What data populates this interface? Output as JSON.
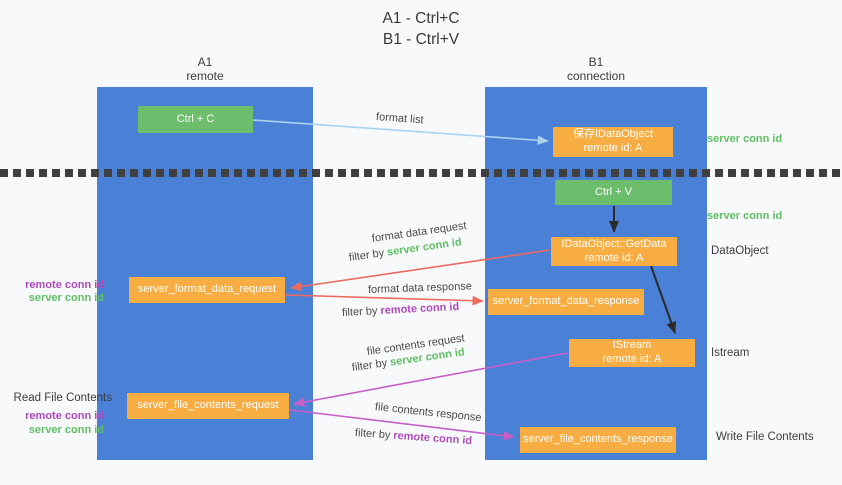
{
  "title": {
    "line1": "A1 - Ctrl+C",
    "line2": "B1 - Ctrl+V"
  },
  "columns": {
    "left": {
      "id": "A1",
      "role": "remote"
    },
    "right": {
      "id": "B1",
      "role": "connection"
    }
  },
  "nodes": {
    "ctrl_c": "Ctrl + C",
    "ctrl_v": "Ctrl + V",
    "save_idataobject": {
      "title": "保存IDataObject",
      "subtitle": "remote id: A"
    },
    "getdata": {
      "title": "IDataObject::GetData",
      "subtitle": "remote id: A"
    },
    "istream": {
      "title": "IStream",
      "subtitle": "remote id: A"
    },
    "format_request": "server_format_data_request",
    "format_response": "server_format_data_response",
    "file_request": "server_file_contents_request",
    "file_response": "server_file_contents_response"
  },
  "arrows": {
    "format_list": "format list",
    "format_data_request": "format data request",
    "format_data_response": "format data response",
    "file_contents_request": "file contents request",
    "file_contents_response": "file contents response",
    "filter_by": "filter by",
    "server_conn_id": "server conn id",
    "remote_conn_id": "remote conn id"
  },
  "side_labels": {
    "server_conn_id_top": "server conn id",
    "server_conn_id_mid": "server conn id",
    "dataobject": "DataObject",
    "istream": "Istream",
    "write_file_contents": "Write File Contents",
    "read_file_contents": "Read File Contents",
    "remote_conn_id_upper": "remote conn id",
    "server_conn_id_upper": "server conn id",
    "remote_conn_id_lower": "remote conn id",
    "server_conn_id_lower": "server conn id"
  },
  "colors": {
    "column_blue": "#4a80d6",
    "node_green": "#6dbe6c",
    "node_orange": "#f8ad42",
    "arrow_blue": "#a8d4f0",
    "arrow_red": "#ec6a5e",
    "arrow_magenta": "#c75fc7",
    "arrow_black": "#2b2b2b",
    "id_green": "#5fbf63",
    "id_purple": "#ad4bbd"
  }
}
